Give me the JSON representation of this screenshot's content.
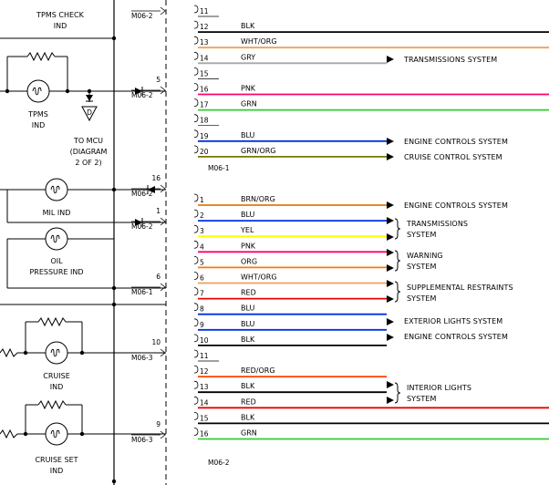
{
  "components": {
    "tpms_check": [
      "TPMS CHECK",
      "IND"
    ],
    "tpms": [
      "TPMS",
      "IND"
    ],
    "to_mcu": [
      "TO MCU",
      "(DIAGRAM",
      "2 OF 2)"
    ],
    "diode_letter": "D",
    "mil": "MIL IND",
    "oil": [
      "OIL",
      "PRESSURE IND"
    ],
    "cruise": [
      "CRUISE",
      "IND"
    ],
    "cruise_set": [
      "CRUISE SET",
      "IND"
    ]
  },
  "left_pins": [
    {
      "num": "",
      "conn": "M06-2"
    },
    {
      "num": "5",
      "conn": "M06-2"
    },
    {
      "num": "16",
      "conn": "M06-2"
    },
    {
      "num": "1",
      "conn": "M06-2"
    },
    {
      "num": "6",
      "conn": "M06-1"
    },
    {
      "num": "10",
      "conn": "M06-3"
    },
    {
      "num": "9",
      "conn": "M06-3"
    }
  ],
  "connector_top": {
    "name": "M06-1",
    "pins": [
      {
        "pin": "11",
        "wire": "",
        "color": ""
      },
      {
        "pin": "12",
        "wire": "BLK",
        "color": "#000000"
      },
      {
        "pin": "13",
        "wire": "WHT/ORG",
        "color": "#f0a050"
      },
      {
        "pin": "14",
        "wire": "GRY",
        "color": "#a8a8a8"
      },
      {
        "pin": "15",
        "wire": "",
        "color": ""
      },
      {
        "pin": "16",
        "wire": "PNK",
        "color": "#ff0066"
      },
      {
        "pin": "17",
        "wire": "GRN",
        "color": "#33cc33"
      },
      {
        "pin": "18",
        "wire": "",
        "color": ""
      },
      {
        "pin": "19",
        "wire": "BLU",
        "color": "#0033dd"
      },
      {
        "pin": "20",
        "wire": "GRN/ORG",
        "color": "#777700"
      }
    ]
  },
  "connector_bottom": {
    "name": "M06-2",
    "pins": [
      {
        "pin": "1",
        "wire": "BRN/ORG",
        "color": "#e07a10"
      },
      {
        "pin": "2",
        "wire": "BLU",
        "color": "#0033dd"
      },
      {
        "pin": "3",
        "wire": "YEL",
        "color": "#ffff00"
      },
      {
        "pin": "4",
        "wire": "PNK",
        "color": "#ff0066"
      },
      {
        "pin": "5",
        "wire": "ORG",
        "color": "#ff7700"
      },
      {
        "pin": "6",
        "wire": "WHT/ORG",
        "color": "#f0a050"
      },
      {
        "pin": "7",
        "wire": "RED",
        "color": "#ee0000"
      },
      {
        "pin": "8",
        "wire": "BLU",
        "color": "#0033dd"
      },
      {
        "pin": "9",
        "wire": "BLU",
        "color": "#0033dd"
      },
      {
        "pin": "10",
        "wire": "BLK",
        "color": "#000000"
      },
      {
        "pin": "11",
        "wire": "",
        "color": ""
      },
      {
        "pin": "12",
        "wire": "RED/ORG",
        "color": "#ff4400"
      },
      {
        "pin": "13",
        "wire": "BLK",
        "color": "#000000"
      },
      {
        "pin": "14",
        "wire": "RED",
        "color": "#ee0000"
      },
      {
        "pin": "15",
        "wire": "BLK",
        "color": "#000000"
      },
      {
        "pin": "16",
        "wire": "GRN",
        "color": "#33cc33"
      }
    ]
  },
  "destinations": {
    "transmission_top": "TRANSMISSIONS SYSTEM",
    "engine_top": "ENGINE CONTROLS SYSTEM",
    "cruise_top": "CRUISE CONTROL SYSTEM",
    "engine_1": "ENGINE CONTROLS SYSTEM",
    "transmissions_2": [
      "TRANSMISSIONS",
      "SYSTEM"
    ],
    "warning": [
      "WARNING",
      "SYSTEM"
    ],
    "supplemental": [
      "SUPPLEMENTAL RESTRAINTS",
      "SYSTEM"
    ],
    "exterior": "EXTERIOR LIGHTS SYSTEM",
    "engine_9": "ENGINE CONTROLS SYSTEM",
    "interior": [
      "INTERIOR LIGHTS",
      "SYSTEM"
    ]
  }
}
